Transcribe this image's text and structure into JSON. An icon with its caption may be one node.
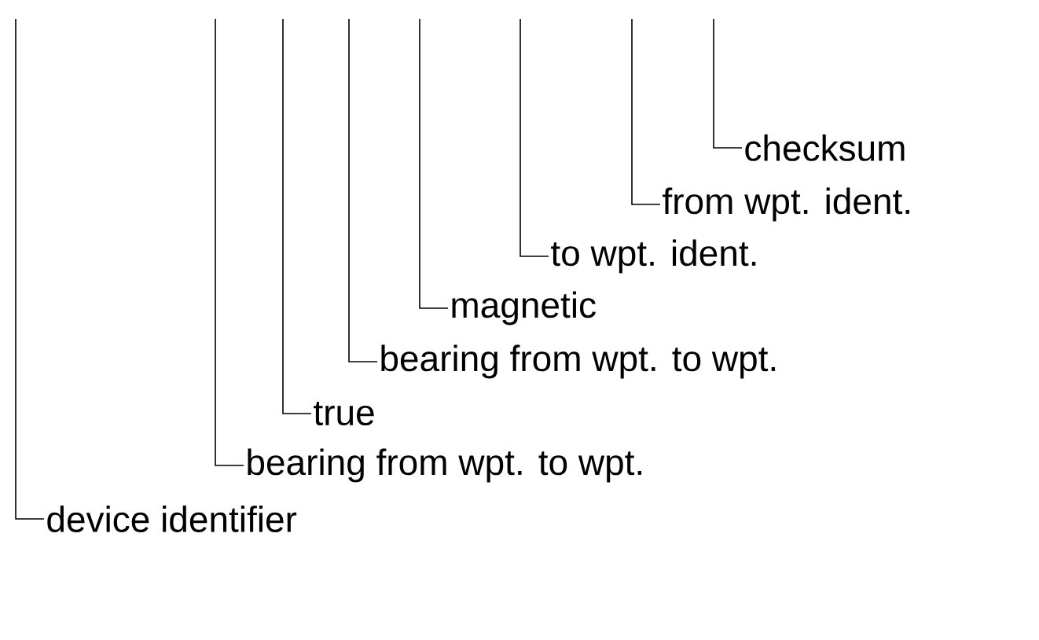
{
  "diagram": {
    "nodes": [
      {
        "text": [
          "checksum"
        ]
      },
      {
        "text": [
          "from wpt. ident."
        ]
      },
      {
        "text": [
          "to wpt. ident."
        ]
      },
      {
        "text": [
          "magnetic"
        ]
      },
      {
        "text": [
          "bearing from wpt. to wpt."
        ]
      },
      {
        "text": [
          "true"
        ]
      },
      {
        "text": [
          "bearing from wpt. to wpt."
        ]
      },
      {
        "text": [
          "device identifier"
        ]
      }
    ],
    "edges": [
      {
        "from": 0,
        "to": null,
        "arrow": "none"
      },
      {
        "from": 1,
        "to": null,
        "arrow": "none"
      },
      {
        "from": 2,
        "to": null,
        "arrow": "none"
      },
      {
        "from": 3,
        "to": null,
        "arrow": "none"
      },
      {
        "from": 4,
        "to": null,
        "arrow": "none"
      },
      {
        "from": 5,
        "to": null,
        "arrow": "none"
      },
      {
        "from": 6,
        "to": null,
        "arrow": "none"
      },
      {
        "from": 7,
        "to": null,
        "arrow": "none"
      }
    ]
  }
}
